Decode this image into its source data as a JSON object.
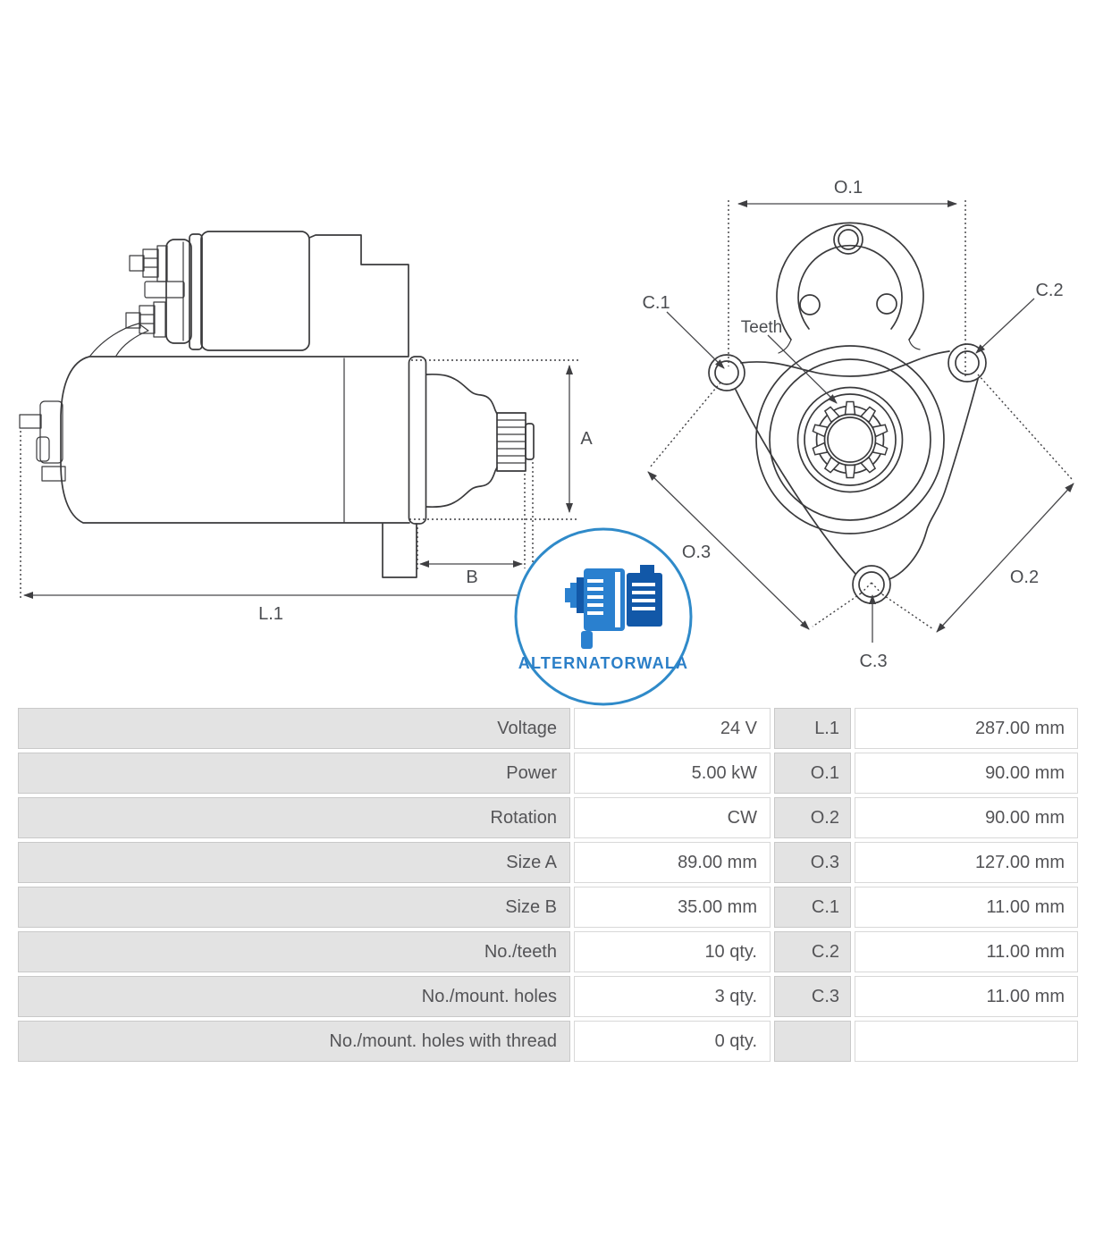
{
  "drawing": {
    "stroke_color": "#3a3a3c",
    "dim_color": "#48484b",
    "side_view": {
      "label_a": "A",
      "label_b": "B",
      "label_l1": "L.1"
    },
    "front_view": {
      "label_o1": "O.1",
      "label_o2": "O.2",
      "label_o3": "O.3",
      "label_c1": "C.1",
      "label_c2": "C.2",
      "label_c3": "C.3",
      "label_teeth": "Teeth",
      "teeth_count": 10
    }
  },
  "logo": {
    "text": "ALTERNATORWALA",
    "ring_color": "#2f8ac9",
    "text_color": "#2b7fc8",
    "icon_dark": "#1258a8",
    "icon_mid": "#2a80cf",
    "icon_light": "#4d9de0"
  },
  "spec_table": {
    "cell_bg": "#e3e3e3",
    "text_color": "#545457",
    "rows": [
      {
        "label": "Voltage",
        "value": "24 V",
        "dim": "L.1",
        "dim_value": "287.00 mm"
      },
      {
        "label": "Power",
        "value": "5.00 kW",
        "dim": "O.1",
        "dim_value": "90.00 mm"
      },
      {
        "label": "Rotation",
        "value": "CW",
        "dim": "O.2",
        "dim_value": "90.00 mm"
      },
      {
        "label": "Size A",
        "value": "89.00 mm",
        "dim": "O.3",
        "dim_value": "127.00 mm"
      },
      {
        "label": "Size B",
        "value": "35.00 mm",
        "dim": "C.1",
        "dim_value": "11.00 mm"
      },
      {
        "label": "No./teeth",
        "value": "10 qty.",
        "dim": "C.2",
        "dim_value": "11.00 mm"
      },
      {
        "label": "No./mount. holes",
        "value": "3 qty.",
        "dim": "C.3",
        "dim_value": "11.00 mm"
      },
      {
        "label": "No./mount. holes with thread",
        "value": "0 qty.",
        "dim": "",
        "dim_value": ""
      }
    ]
  }
}
